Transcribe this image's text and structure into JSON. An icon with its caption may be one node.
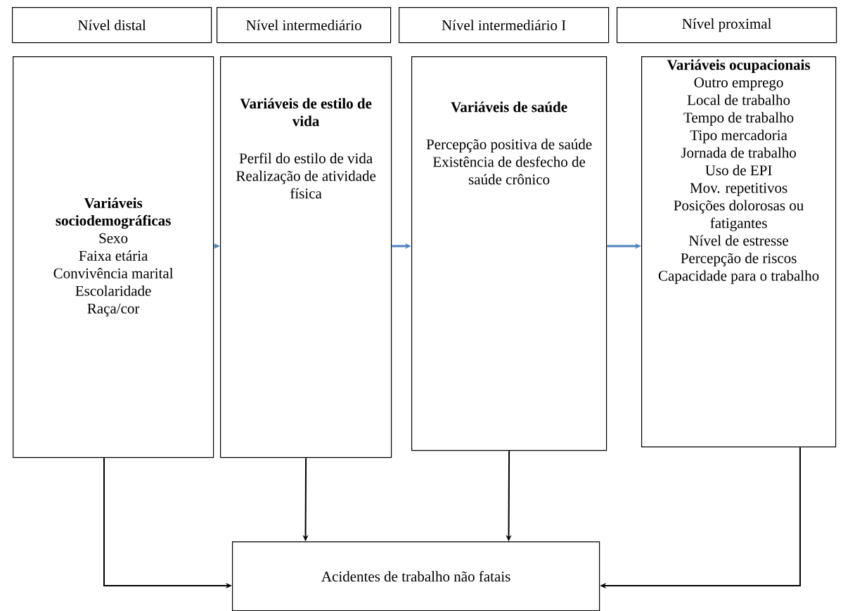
{
  "diagram": {
    "nodes": [
      {
        "text": [
          "Nível distal"
        ]
      },
      {
        "text": [
          "Nível intermediário"
        ]
      },
      {
        "text": [
          "Nível intermediário I"
        ]
      },
      {
        "text": [
          "Nível proximal"
        ]
      },
      {
        "text": [
          "Variáveis sociodemográficas",
          "Sexo",
          "Faixa etária",
          "Convivência marital",
          "Escolaridade",
          "Raça/cor"
        ]
      },
      {
        "text": [
          "Variáveis de estilo de vida",
          "Perfil do estilo de vida",
          "Realização de atividade física"
        ]
      },
      {
        "text": [
          "Variáveis de saúde",
          "Percepção positiva de saúde",
          "Existência de desfecho de saúde crônico"
        ]
      },
      {
        "text": [
          "Variáveis ocupacionais",
          "Outro emprego",
          "Local de trabalho",
          "Tempo de trabalho",
          "Tipo mercadoria",
          "Jornada de trabalho",
          "Uso de EPI",
          "Mov. repetitivos",
          "Posições dolorosas ou fatigantes",
          "Nível de estresse",
          "Percepção de riscos",
          "Capacidade para o trabalho"
        ]
      },
      {
        "text": [
          "Acidentes de trabalho não fatais"
        ]
      }
    ],
    "edges": [
      {
        "from": 4,
        "to": 5,
        "arrow": "to",
        "color": "#4f81bd"
      },
      {
        "from": 5,
        "to": 6,
        "arrow": "to",
        "color": "#4f81bd"
      },
      {
        "from": 6,
        "to": 7,
        "arrow": "to",
        "color": "#4f81bd"
      },
      {
        "from": 4,
        "to": 8,
        "arrow": "to"
      },
      {
        "from": 5,
        "to": 8,
        "arrow": "to"
      },
      {
        "from": 6,
        "to": 8,
        "arrow": "to"
      },
      {
        "from": 7,
        "to": 8,
        "arrow": "to"
      }
    ]
  }
}
